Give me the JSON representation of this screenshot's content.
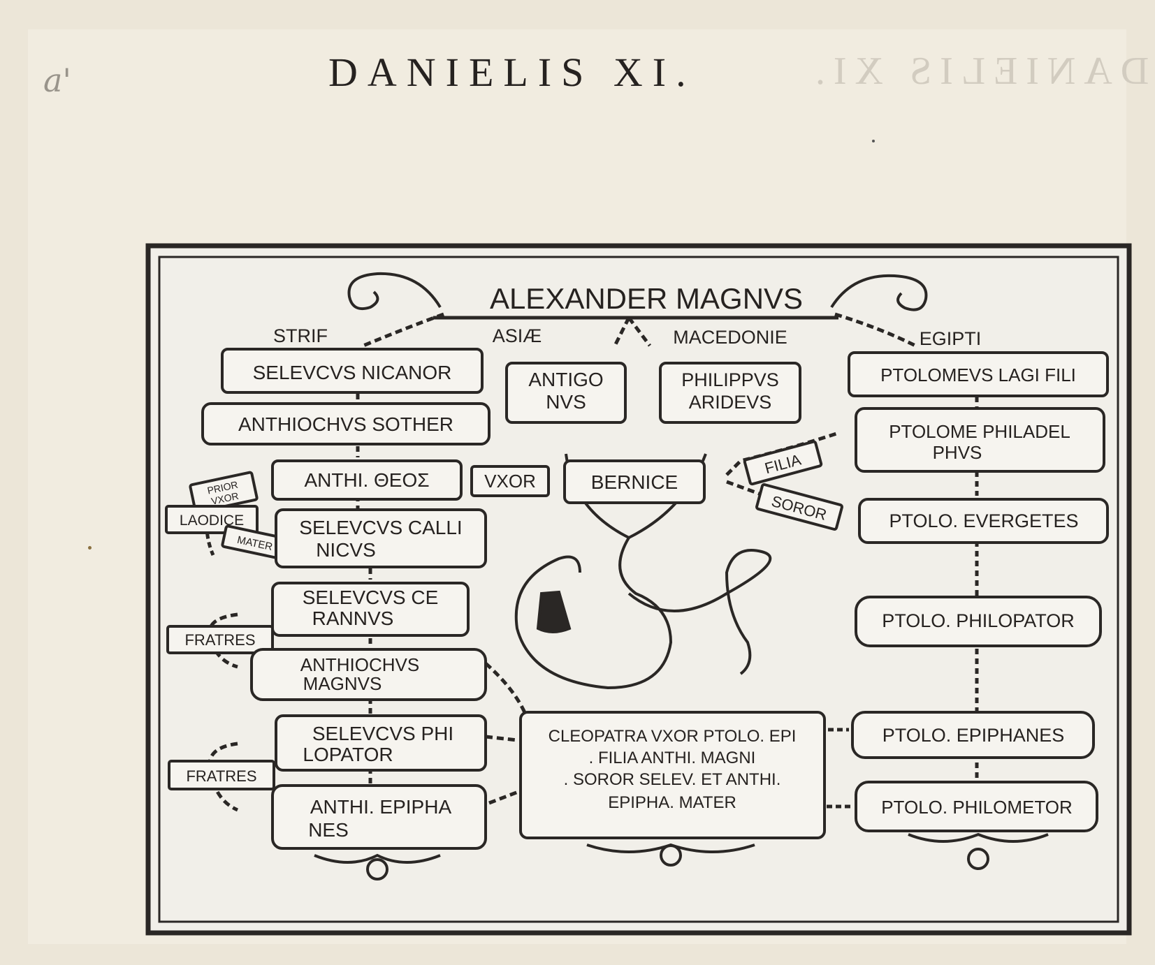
{
  "page": {
    "pencil_mark": "a'",
    "heading": "DANIELIS XI."
  },
  "chart": {
    "root": "ALEXANDER MAGNVS",
    "regions": {
      "syria": "STRIF",
      "asia": "ASIÆ",
      "macedonia": "MACEDONIE",
      "egypt": "EGIPTI"
    },
    "boxes": {
      "seleucus_nicanor": "SELEVCVS NICANOR",
      "antigonus_1": "ANTIGO",
      "antigonus_2": "NVS",
      "philippus_1": "PHILIPPVS",
      "philippus_2": "ARIDEVS",
      "ptolomeus_lagi": "PTOLOMEVS LAGI FILI",
      "anthiochus_sother": "ANTHIOCHVS SOTHER",
      "ptolome_philadelphus_1": "PTOLOME PHILADEL",
      "ptolome_philadelphus_2": "PHVS",
      "anthi_theos": "ANTHI. ΘΕΟΣ",
      "uxor": "VXOR",
      "bernice": "BERNICE",
      "filia_1": "FILIA",
      "soror_1": "SOROR",
      "prior_uxor_1": "PRIOR",
      "prior_uxor_2": "VXOR",
      "laodice": "LAODICE",
      "mater_1": "MATER",
      "seleucus_callinicus_1": "SELEVCVS CALLI",
      "seleucus_callinicus_2": "NICVS",
      "ptolo_evergetes": "PTOLO. EVERGETES",
      "seleucus_ceraunus_1": "SELEVCVS CE",
      "seleucus_ceraunus_2": "RANNVS",
      "fratres_1": "FRATRES",
      "ptolo_philopator": "PTOLO. PHILOPATOR",
      "anthiochus_magnus_1": "ANTHIOCHVS",
      "anthiochus_magnus_2": "MAGNVS",
      "seleucus_philopator_1": "SELEVCVS PHI",
      "seleucus_philopator_2": "LOPATOR",
      "fratres_2": "FRATRES",
      "anthi_epiphanes_1": "ANTHI. EPIPHA",
      "anthi_epiphanes_2": "NES",
      "cleopatra_1": "CLEOPATRA VXOR PTOLO. EPI",
      "cleopatra_2": ". FILIA ANTHI. MAGNI",
      "cleopatra_3": ". SOROR SELEV. ET ANTHI.",
      "cleopatra_4": "EPIPHA. MATER",
      "ptolo_epiphanes": "PTOLO. EPIPHANES",
      "ptolo_philometor": "PTOLO. PHILOMETOR"
    }
  }
}
